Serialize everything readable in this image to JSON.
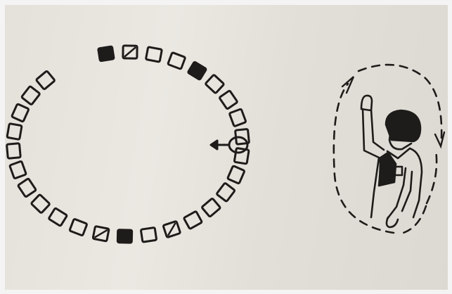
{
  "illustration": {
    "desks_total": 28,
    "dark_desks": [
      0,
      4,
      16
    ],
    "slashed_desks": [
      1,
      14,
      17
    ],
    "marker_icon": "balloon-pointer-icon",
    "figure_icon": "raised-hand-person-icon",
    "motion_icon": "dashed-oval-arrows-icon",
    "ink_color": "#1e1c1a",
    "paper_color": "#e6e3dc"
  }
}
